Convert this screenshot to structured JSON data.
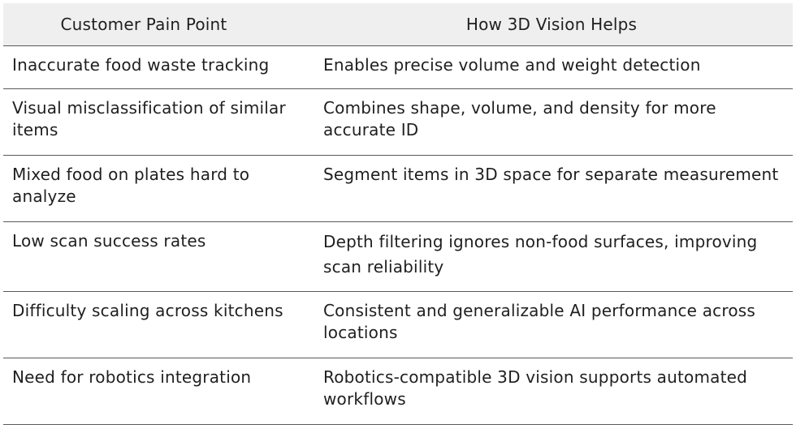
{
  "table": {
    "headers": [
      "Customer Pain Point",
      "How 3D Vision Helps"
    ],
    "rows": [
      {
        "pain": "Inaccurate food waste tracking",
        "help": "Enables precise volume and weight detection"
      },
      {
        "pain": "Visual misclassification of similar items",
        "help": "Combines shape, volume, and density for more accurate ID"
      },
      {
        "pain": "Mixed food on plates hard to analyze",
        "help": "Segment items in 3D space for separate measurement"
      },
      {
        "pain": "Low scan success rates",
        "help": "Depth filtering ignores non-food surfaces, improving scan reliability"
      },
      {
        "pain": "Difficulty scaling across kitchens",
        "help": "Consistent and generalizable AI performance across locations"
      },
      {
        "pain": "Need for robotics integration",
        "help": "Robotics-compatible 3D vision supports automated workflows"
      }
    ]
  }
}
